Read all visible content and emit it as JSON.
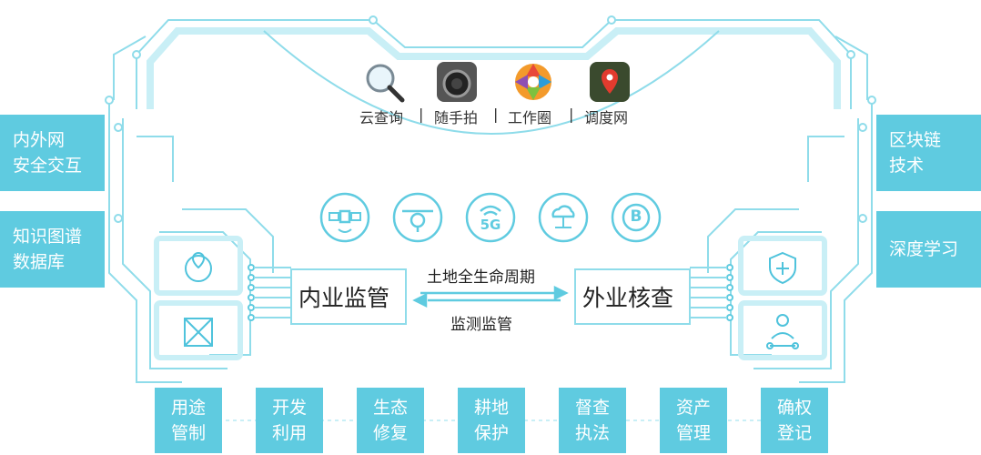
{
  "apps": [
    {
      "icon": "magnifier-icon",
      "label": "云查询"
    },
    {
      "icon": "camera-icon",
      "label": "随手拍"
    },
    {
      "icon": "aperture-icon",
      "label": "工作圈"
    },
    {
      "icon": "map-pin-icon",
      "label": "调度网"
    }
  ],
  "separator": "|",
  "left_boxes": [
    {
      "lines": [
        "内外网",
        "安全交互"
      ]
    },
    {
      "lines": [
        "知识图谱",
        "数据库"
      ]
    }
  ],
  "right_boxes": [
    {
      "lines": [
        "区块链",
        "技术"
      ]
    },
    {
      "lines": [
        "深度学习"
      ]
    }
  ],
  "tech_icons": [
    "satellite-icon",
    "drone-icon",
    "5g-icon",
    "cloud-network-icon",
    "bitcoin-icon"
  ],
  "tech_icon_text": {
    "5g": "5G",
    "bitcoin": "B"
  },
  "core": {
    "left": "内业监管",
    "right": "外业核查",
    "top_label": "土地全生命周期",
    "bottom_label": "监测监管"
  },
  "left_small_icons": [
    "location-globe-icon",
    "map-icon"
  ],
  "right_small_icons": [
    "shield-plus-icon",
    "person-network-icon"
  ],
  "bottom_boxes": [
    {
      "lines": [
        "用途",
        "管制"
      ]
    },
    {
      "lines": [
        "开发",
        "利用"
      ]
    },
    {
      "lines": [
        "生态",
        "修复"
      ]
    },
    {
      "lines": [
        "耕地",
        "保护"
      ]
    },
    {
      "lines": [
        "督查",
        "执法"
      ]
    },
    {
      "lines": [
        "资产",
        "管理"
      ]
    },
    {
      "lines": [
        "确权",
        "登记"
      ]
    }
  ],
  "colors": {
    "accent": "#5fcbe0",
    "line": "#8fdcea",
    "light": "#c9eff6",
    "icon_stroke": "#4fc3dc"
  }
}
